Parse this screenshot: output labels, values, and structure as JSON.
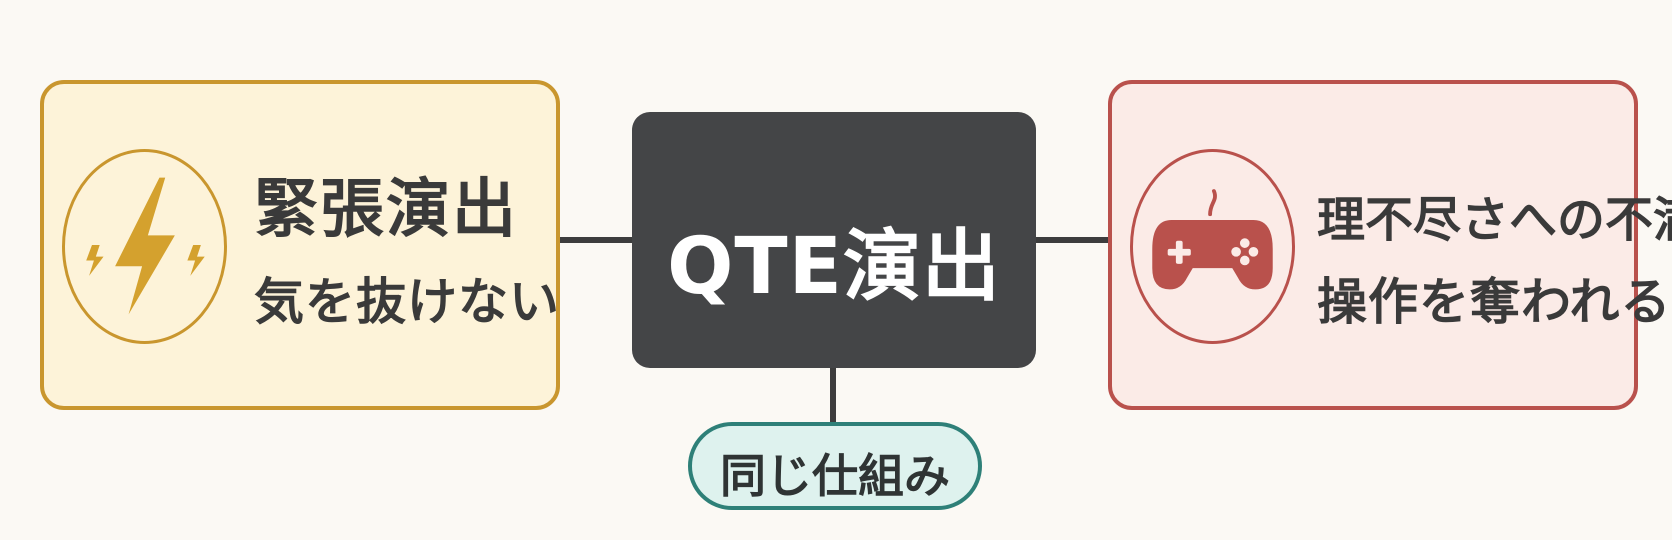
{
  "center": {
    "label": "QTE演出"
  },
  "left_node": {
    "title": "緊張演出",
    "subtitle": "気を抜けない",
    "icon": "lightning-bolt-icon",
    "accent_color": "#c9962e",
    "fill_color": "#fdf3d9"
  },
  "right_node": {
    "title": "理不尽さへの不満",
    "subtitle": "操作を奪われる",
    "icon": "game-controller-icon",
    "accent_color": "#b9514c",
    "fill_color": "#fbebe7"
  },
  "bottom_node": {
    "label": "同じ仕組み",
    "accent_color": "#2e8078",
    "fill_color": "#def2ee"
  },
  "colors": {
    "background": "#fbf9f4",
    "center_fill": "#444547",
    "text": "#3a3a3a",
    "connector": "#3d3d3d"
  }
}
